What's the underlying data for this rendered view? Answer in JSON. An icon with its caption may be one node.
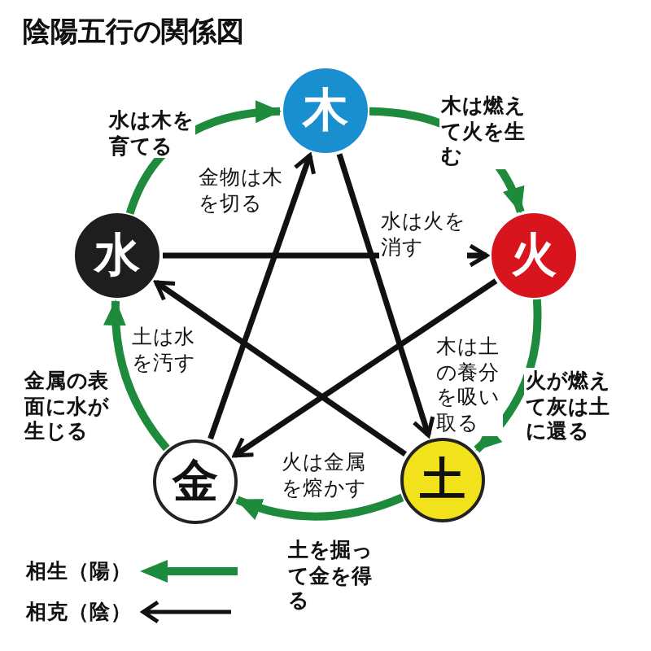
{
  "diagram": {
    "title": "陰陽五行の関係図",
    "nodes": [
      {
        "text": [
          "木"
        ]
      },
      {
        "text": [
          "火"
        ]
      },
      {
        "text": [
          "土"
        ]
      },
      {
        "text": [
          "金"
        ]
      },
      {
        "text": [
          "水"
        ]
      }
    ],
    "edges": [
      {
        "from": 0,
        "to": 1,
        "arrow": "to",
        "label": "木は燃えて火を生む",
        "color": "#1e8a3c"
      },
      {
        "from": 1,
        "to": 2,
        "arrow": "to",
        "label": "火が燃えて灰は土に還る",
        "color": "#1e8a3c"
      },
      {
        "from": 2,
        "to": 3,
        "arrow": "to",
        "label": "土を掘って金を得る",
        "color": "#1e8a3c"
      },
      {
        "from": 3,
        "to": 4,
        "arrow": "to",
        "label": "金属の表面に水が生じる",
        "color": "#1e8a3c"
      },
      {
        "from": 4,
        "to": 0,
        "arrow": "to",
        "label": "水は木を育てる",
        "color": "#1e8a3c"
      },
      {
        "from": 4,
        "to": 1,
        "arrow": "to",
        "label": "水は火を消す",
        "color": "#111111"
      },
      {
        "from": 3,
        "to": 0,
        "arrow": "to",
        "label": "金物は木を切る",
        "color": "#111111"
      },
      {
        "from": 0,
        "to": 2,
        "arrow": "to",
        "label": "木は土の養分を吸い取る",
        "color": "#111111"
      },
      {
        "from": 2,
        "to": 4,
        "arrow": "to",
        "label": "土は水を汚す",
        "color": "#111111"
      },
      {
        "from": 1,
        "to": 3,
        "arrow": "to",
        "label": "火は金属を熔かす",
        "color": "#111111"
      }
    ],
    "legend": [
      {
        "text": "相生（陽）"
      },
      {
        "text": "相克（陰）"
      }
    ]
  }
}
